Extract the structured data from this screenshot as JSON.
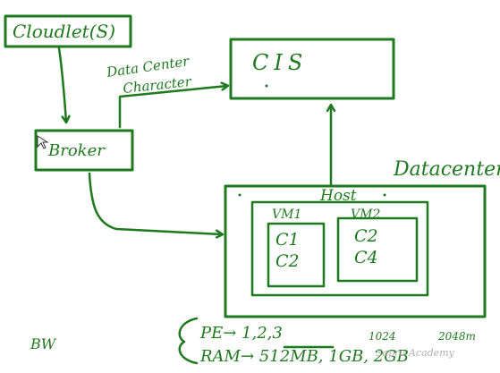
{
  "nodes": {
    "cloudlet": "Cloudlet(S)",
    "cis": "CIS",
    "broker": "Broker",
    "datacenter": "Datacenter",
    "host": "Host",
    "vm1": "VM1",
    "vm2": "VM2",
    "vm1_c1": "C1",
    "vm1_c2": "C2",
    "vm2_c2": "C2",
    "vm2_c4": "C4"
  },
  "edge_labels": {
    "dc_characteristics_line1": "Data Center",
    "dc_characteristics_line2": "Character"
  },
  "notes": {
    "pe": "PE→ 1,2,3",
    "ram": "RAM→ 512MB, 1GB, 2GB",
    "val_1024": "1024",
    "val_2048": "2048m",
    "bw": "BW"
  },
  "watermark": "Sapru Academy",
  "ink_color": "#1f7a1f"
}
